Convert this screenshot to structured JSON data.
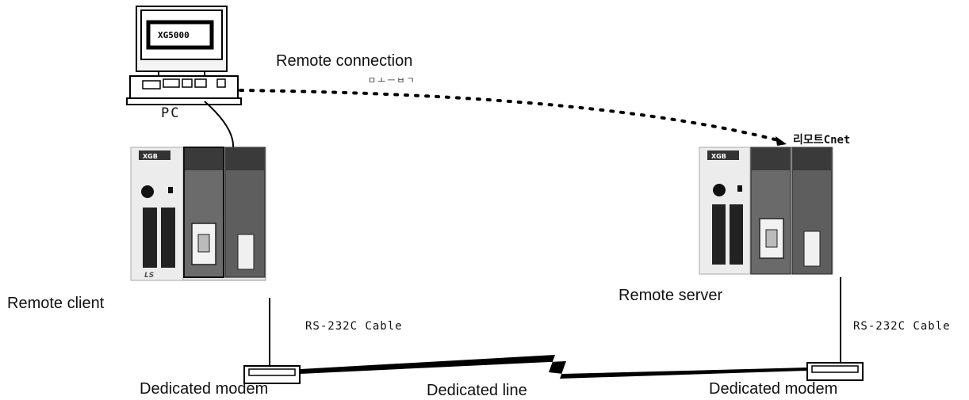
{
  "labels": {
    "screen_text": "XG5000",
    "remote_connection": "Remote connection",
    "remote_connection_sub": "ㅁㅗㅡㅂㄱ",
    "pc": "PC",
    "remote_cnet": "리모트Cnet",
    "remote_client": "Remote client",
    "remote_server": "Remote server",
    "cable_left": "RS-232C Cable",
    "cable_right": "RS-232C Cable",
    "modem_left": "Dedicated modem",
    "modem_right": "Dedicated modem",
    "dedicated_line": "Dedicated line",
    "plc_logo": "XGB",
    "plc_brand": "LS"
  },
  "colors": {
    "plc_body": "#e3e3e3",
    "plc_module_dark": "#3a3a3a",
    "plc_module_mid": "#6a6a6a",
    "line": "#000000"
  }
}
